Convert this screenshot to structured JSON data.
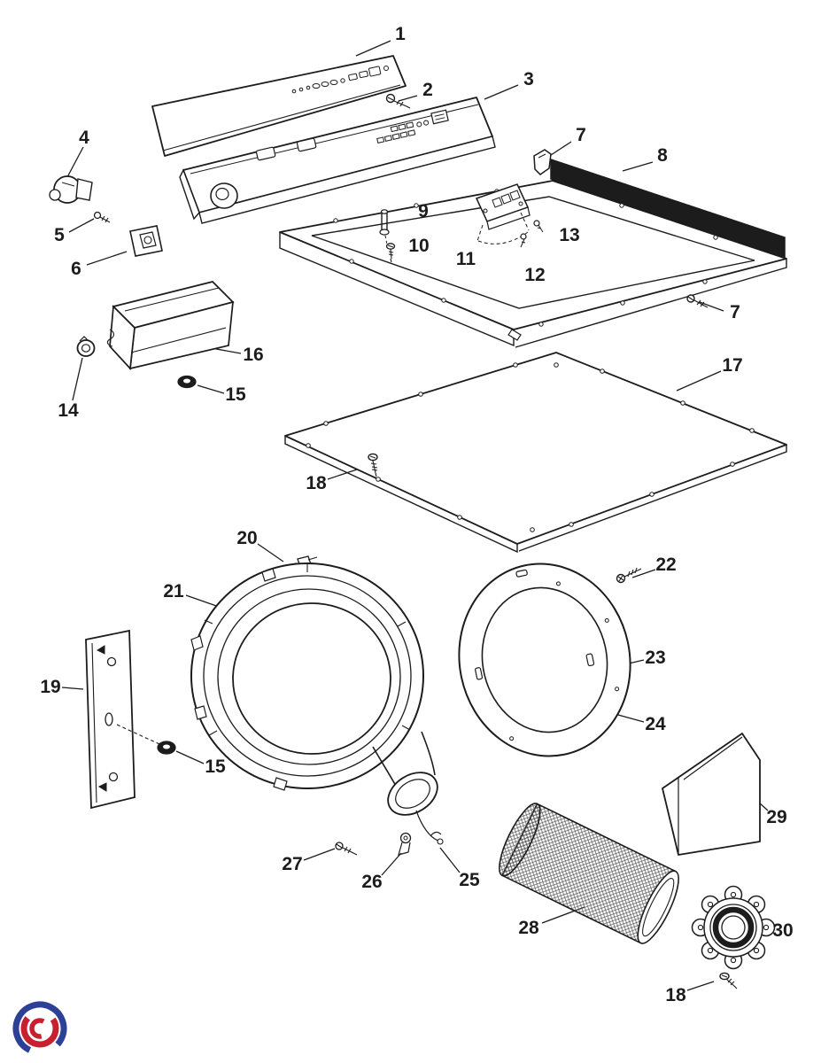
{
  "page": {
    "background": "#ffffff"
  },
  "colors": {
    "line": "#1c1c1c",
    "background": "#ffffff",
    "logo_blue": "#2e3f96",
    "logo_red": "#c8202f"
  },
  "logo": {
    "icon": "swirl-logo"
  },
  "callouts": [
    {
      "label": "1"
    },
    {
      "label": "2"
    },
    {
      "label": "3"
    },
    {
      "label": "4"
    },
    {
      "label": "5"
    },
    {
      "label": "6"
    },
    {
      "label": "7"
    },
    {
      "label": "8"
    },
    {
      "label": "9"
    },
    {
      "label": "10"
    },
    {
      "label": "11"
    },
    {
      "label": "12"
    },
    {
      "label": "13"
    },
    {
      "label": "7"
    },
    {
      "label": "16"
    },
    {
      "label": "15"
    },
    {
      "label": "14"
    },
    {
      "label": "17"
    },
    {
      "label": "18"
    },
    {
      "label": "20"
    },
    {
      "label": "21"
    },
    {
      "label": "22"
    },
    {
      "label": "23"
    },
    {
      "label": "24"
    },
    {
      "label": "19"
    },
    {
      "label": "15"
    },
    {
      "label": "27"
    },
    {
      "label": "26"
    },
    {
      "label": "25"
    },
    {
      "label": "28"
    },
    {
      "label": "29"
    },
    {
      "label": "30"
    },
    {
      "label": "18"
    }
  ]
}
